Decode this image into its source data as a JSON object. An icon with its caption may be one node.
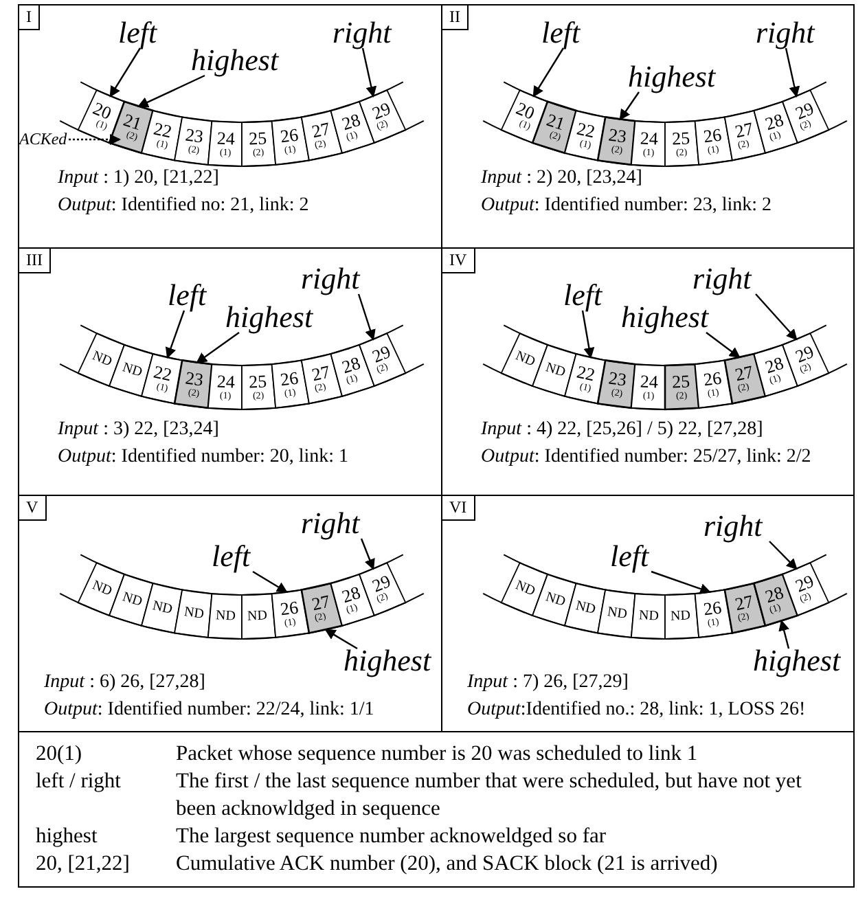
{
  "diagram": {
    "nodes": [
      {
        "text": [
          "I",
          "*Input* : 1) 20, [21,22]",
          "*Output*: Identified no: 21, link: 2"
        ]
      },
      {
        "text": [
          "left"
        ],
        "in": 0
      },
      {
        "text": [
          "highest"
        ],
        "in": 0
      },
      {
        "text": [
          "right"
        ],
        "in": 0
      },
      {
        "text": [
          "20",
          "(1)"
        ],
        "in": 0
      },
      {
        "text": [
          "21",
          "(2)"
        ],
        "in": 0
      },
      {
        "text": [
          "22",
          "(1)"
        ],
        "in": 0
      },
      {
        "text": [
          "23",
          "(2)"
        ],
        "in": 0
      },
      {
        "text": [
          "24",
          "(1)"
        ],
        "in": 0
      },
      {
        "text": [
          "25",
          "(2)"
        ],
        "in": 0
      },
      {
        "text": [
          "26",
          "(1)"
        ],
        "in": 0
      },
      {
        "text": [
          "27",
          "(2)"
        ],
        "in": 0
      },
      {
        "text": [
          "28",
          "(1)"
        ],
        "in": 0
      },
      {
        "text": [
          "29",
          "(2)"
        ],
        "in": 0
      },
      {
        "text": [
          "ACKed"
        ],
        "in": 0
      },
      {
        "text": [
          "II",
          "*Input* : 2) 20, [23,24]",
          "*Output*: Identified number: 23, link: 2"
        ]
      },
      {
        "text": [
          "left"
        ],
        "in": 15
      },
      {
        "text": [
          "highest"
        ],
        "in": 15
      },
      {
        "text": [
          "right"
        ],
        "in": 15
      },
      {
        "text": [
          "20",
          "(1)"
        ],
        "in": 15
      },
      {
        "text": [
          "21",
          "(2)"
        ],
        "in": 15
      },
      {
        "text": [
          "22",
          "(1)"
        ],
        "in": 15
      },
      {
        "text": [
          "23",
          "(2)"
        ],
        "in": 15
      },
      {
        "text": [
          "24",
          "(1)"
        ],
        "in": 15
      },
      {
        "text": [
          "25",
          "(2)"
        ],
        "in": 15
      },
      {
        "text": [
          "26",
          "(1)"
        ],
        "in": 15
      },
      {
        "text": [
          "27",
          "(2)"
        ],
        "in": 15
      },
      {
        "text": [
          "28",
          "(1)"
        ],
        "in": 15
      },
      {
        "text": [
          "29",
          "(2)"
        ],
        "in": 15
      },
      {
        "text": [
          "III",
          "*Input* : 3) 22, [23,24]",
          "*Output*: Identified number: 20, link: 1"
        ]
      },
      {
        "text": [
          "left"
        ],
        "in": 29
      },
      {
        "text": [
          "highest"
        ],
        "in": 29
      },
      {
        "text": [
          "right"
        ],
        "in": 29
      },
      {
        "text": [
          "ND"
        ],
        "in": 29
      },
      {
        "text": [
          "ND"
        ],
        "in": 29
      },
      {
        "text": [
          "22",
          "(1)"
        ],
        "in": 29
      },
      {
        "text": [
          "23",
          "(2)"
        ],
        "in": 29
      },
      {
        "text": [
          "24",
          "(1)"
        ],
        "in": 29
      },
      {
        "text": [
          "25",
          "(2)"
        ],
        "in": 29
      },
      {
        "text": [
          "26",
          "(1)"
        ],
        "in": 29
      },
      {
        "text": [
          "27",
          "(2)"
        ],
        "in": 29
      },
      {
        "text": [
          "28",
          "(1)"
        ],
        "in": 29
      },
      {
        "text": [
          "29",
          "(2)"
        ],
        "in": 29
      },
      {
        "text": [
          "IV",
          "*Input* : 4) 22, [25,26] / 5) 22, [27,28]",
          "*Output*: Identified number: 25/27, link: 2/2"
        ]
      },
      {
        "text": [
          "left"
        ],
        "in": 43
      },
      {
        "text": [
          "highest"
        ],
        "in": 43
      },
      {
        "text": [
          "right"
        ],
        "in": 43
      },
      {
        "text": [
          "ND"
        ],
        "in": 43
      },
      {
        "text": [
          "ND"
        ],
        "in": 43
      },
      {
        "text": [
          "22",
          "(1)"
        ],
        "in": 43
      },
      {
        "text": [
          "23",
          "(2)"
        ],
        "in": 43
      },
      {
        "text": [
          "24",
          "(1)"
        ],
        "in": 43
      },
      {
        "text": [
          "25",
          "(2)"
        ],
        "in": 43
      },
      {
        "text": [
          "26",
          "(1)"
        ],
        "in": 43
      },
      {
        "text": [
          "27",
          "(2)"
        ],
        "in": 43
      },
      {
        "text": [
          "28",
          "(1)"
        ],
        "in": 43
      },
      {
        "text": [
          "29",
          "(2)"
        ],
        "in": 43
      },
      {
        "text": [
          "V",
          "*Input* : 6) 26, [27,28]",
          "*Output*: Identified number: 22/24, link: 1/1"
        ]
      },
      {
        "text": [
          "left"
        ],
        "in": 57
      },
      {
        "text": [
          "highest"
        ],
        "in": 57
      },
      {
        "text": [
          "right"
        ],
        "in": 57
      },
      {
        "text": [
          "ND"
        ],
        "in": 57
      },
      {
        "text": [
          "ND"
        ],
        "in": 57
      },
      {
        "text": [
          "ND"
        ],
        "in": 57
      },
      {
        "text": [
          "ND"
        ],
        "in": 57
      },
      {
        "text": [
          "ND"
        ],
        "in": 57
      },
      {
        "text": [
          "ND"
        ],
        "in": 57
      },
      {
        "text": [
          "26",
          "(1)"
        ],
        "in": 57
      },
      {
        "text": [
          "27",
          "(2)"
        ],
        "in": 57
      },
      {
        "text": [
          "28",
          "(1)"
        ],
        "in": 57
      },
      {
        "text": [
          "29",
          "(2)"
        ],
        "in": 57
      },
      {
        "text": [
          "VI",
          "*Input* : 7) 26, [27,29]",
          "*Output*:Identified no.: 28, link: 1, LOSS 26!"
        ]
      },
      {
        "text": [
          "left"
        ],
        "in": 71
      },
      {
        "text": [
          "highest"
        ],
        "in": 71
      },
      {
        "text": [
          "right"
        ],
        "in": 71
      },
      {
        "text": [
          "ND"
        ],
        "in": 71
      },
      {
        "text": [
          "ND"
        ],
        "in": 71
      },
      {
        "text": [
          "ND"
        ],
        "in": 71
      },
      {
        "text": [
          "ND"
        ],
        "in": 71
      },
      {
        "text": [
          "ND"
        ],
        "in": 71
      },
      {
        "text": [
          "ND"
        ],
        "in": 71
      },
      {
        "text": [
          "26",
          "(1)"
        ],
        "in": 71
      },
      {
        "text": [
          "27",
          "(2)"
        ],
        "in": 71
      },
      {
        "text": [
          "28",
          "(1)"
        ],
        "in": 71
      },
      {
        "text": [
          "29",
          "(2)"
        ],
        "in": 71
      }
    ],
    "edges": [
      {
        "from": 1,
        "to": 4,
        "arrow": "to"
      },
      {
        "from": 2,
        "to": 5,
        "arrow": "to"
      },
      {
        "from": 3,
        "to": 13,
        "arrow": "to"
      },
      {
        "from": 14,
        "to": 5,
        "arrow": "to",
        "style": "dashed"
      },
      {
        "from": 16,
        "to": 19,
        "arrow": "to"
      },
      {
        "from": 17,
        "to": 22,
        "arrow": "to"
      },
      {
        "from": 18,
        "to": 28,
        "arrow": "to"
      },
      {
        "from": 30,
        "to": 35,
        "arrow": "to"
      },
      {
        "from": 31,
        "to": 36,
        "arrow": "to"
      },
      {
        "from": 32,
        "to": 42,
        "arrow": "to"
      },
      {
        "from": 44,
        "to": 49,
        "arrow": "to"
      },
      {
        "from": 45,
        "to": 54,
        "arrow": "to"
      },
      {
        "from": 46,
        "to": 56,
        "arrow": "to"
      },
      {
        "from": 58,
        "to": 67,
        "arrow": "to"
      },
      {
        "from": 59,
        "to": 68,
        "arrow": "to"
      },
      {
        "from": 60,
        "to": 70,
        "arrow": "to"
      },
      {
        "from": 72,
        "to": 81,
        "arrow": "to"
      },
      {
        "from": 73,
        "to": 83,
        "arrow": "to"
      },
      {
        "from": 74,
        "to": 84,
        "arrow": "to"
      }
    ],
    "labels": [
      "20(1)",
      "Packet whose sequence number is 20 was scheduled to link 1",
      "left / right",
      "The first / the last sequence number that were scheduled, but have not yet been acknowldged in sequence",
      "highest",
      "The largest sequence number acknoweldged so far",
      "20, [21,22]",
      "Cumulative ACK number (20), and SACK block (21 is arrived)"
    ]
  }
}
